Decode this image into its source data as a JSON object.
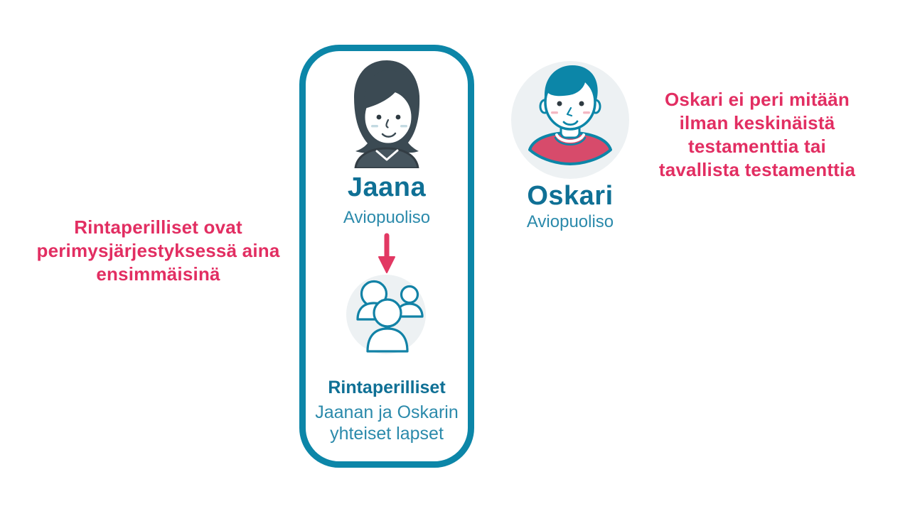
{
  "annotations": {
    "left": "Rintaperilliset ovat\nperimysjärjestyksessä aina\nensimmäisinä",
    "right": "Oskari ei peri mitään\nilman keskinäistä\ntestamenttia tai\ntavallista testamenttia"
  },
  "box": {
    "person": {
      "name": "Jaana",
      "role": "Aviopuoliso"
    },
    "heirs": {
      "title": "Rintaperilliset",
      "subtitle": "Jaanan ja Oskarin\nyhteiset lapset"
    }
  },
  "outside_person": {
    "name": "Oskari",
    "role": "Aviopuoliso"
  },
  "icons": {
    "jaana": "woman-avatar-icon",
    "oskari": "man-avatar-icon",
    "heirs": "family-group-icon",
    "arrow": "down-arrow-icon"
  },
  "colors": {
    "accent_teal": "#0c86a8",
    "text_teal_dark": "#0f7095",
    "text_teal_light": "#2b8aab",
    "accent_pink": "#e22e62",
    "woman_hair": "#3b4a53",
    "woman_shirt": "#46555e",
    "man_shirt_pink": "#d74b6b",
    "avatar_circle_bg": "#edf1f3"
  }
}
